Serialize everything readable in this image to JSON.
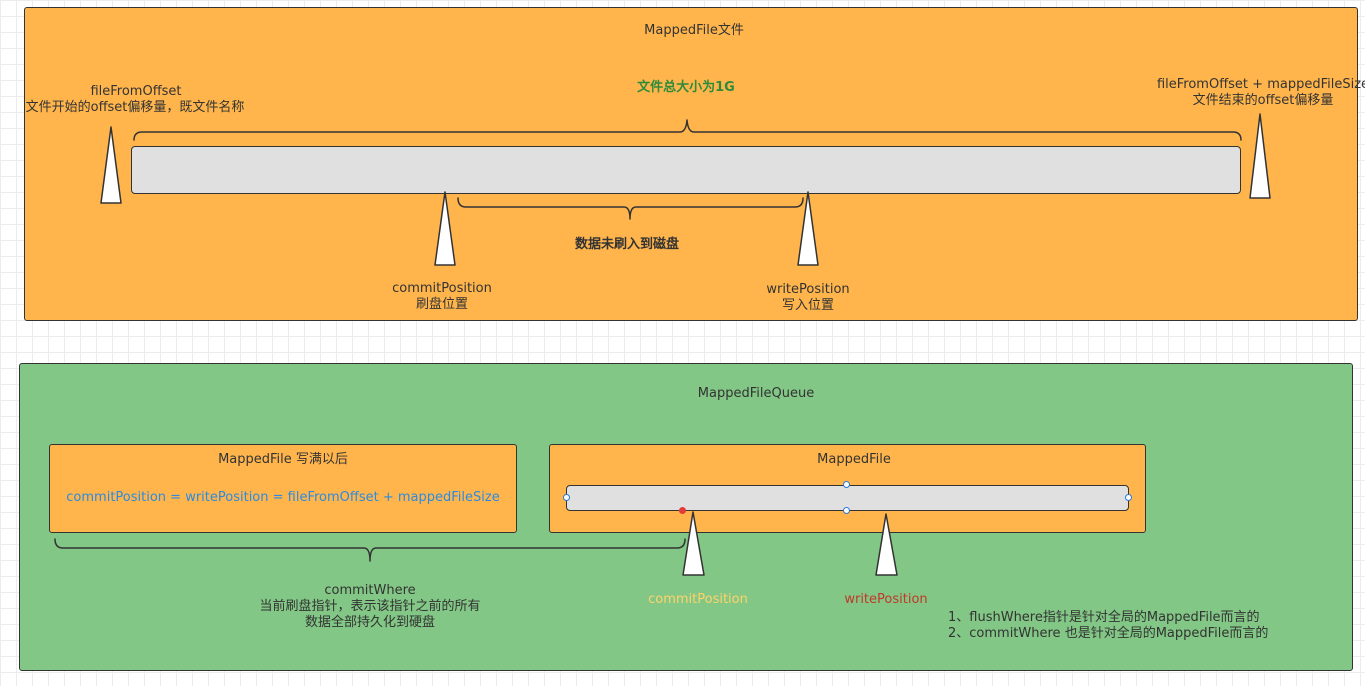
{
  "top": {
    "title": "MappedFile文件",
    "total_size": "文件总大小为1G",
    "file_from_offset": "fileFromOffset",
    "file_from_offset_desc": "文件开始的offset偏移量，既文件名称",
    "file_end": "fileFromOffset + mappedFileSize",
    "file_end_desc": "文件结束的offset偏移量",
    "not_flushed": "数据未刷入到磁盘",
    "commit_position": "commitPosition",
    "commit_position_desc": "刷盘位置",
    "write_position": "writePosition",
    "write_position_desc": "写入位置"
  },
  "bottom": {
    "title": "MappedFileQueue",
    "full_file_title": "MappedFile 写满以后",
    "equation": "commitPosition = writePosition = fileFromOffset + mappedFileSize",
    "file_title": "MappedFile",
    "commit_where": "commitWhere",
    "commit_where_desc_1": "当前刷盘指针，表示该指针之前的所有",
    "commit_where_desc_2": "数据全部持久化到硬盘",
    "commit_position": "commitPosition",
    "write_position": "writePosition",
    "note_1": "1、flushWhere指针是针对全局的MappedFile而言的",
    "note_2": "2、commitWhere 也是针对全局的MappedFile而言的"
  },
  "colors": {
    "orange": "#ffb54c",
    "green": "#82c785",
    "green_text": "#2e8b3a",
    "blue_text": "#2b8be0",
    "yellow_text": "#ffd36b",
    "red_text": "#c0392b"
  }
}
